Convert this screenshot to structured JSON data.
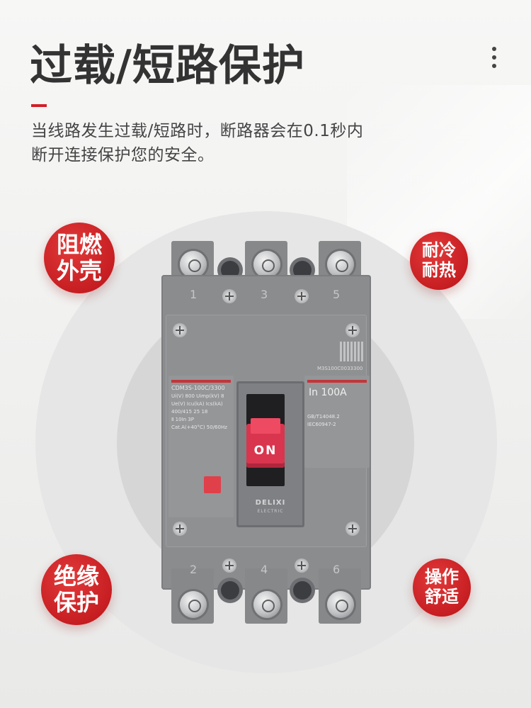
{
  "header": {
    "title": "过载/短路保护",
    "description_line1": "当线路发生过载/短路时，断路器会在0.1秒内",
    "description_line2": "断开连接保护您的安全。"
  },
  "features": {
    "top_left": "阻燃外壳",
    "top_right": "耐冷耐热",
    "bottom_left": "绝缘保护",
    "bottom_right": "操作舒适"
  },
  "colors": {
    "accent_red": "#d21f26",
    "breaker_gray": "#8a8c8e",
    "handle_pink": "#d9354e"
  },
  "product": {
    "brand": "DELIXI",
    "brand_sub": "ELECTRIC",
    "switch_label": "ON",
    "model": "CDM3S-100C/3300",
    "rating": "In  100A",
    "serial": "M3S100C0033300",
    "top_poles": [
      "1",
      "3",
      "5"
    ],
    "bottom_poles": [
      "2",
      "4",
      "6"
    ],
    "spec_lines": [
      "Ui(V) 800     Uimp(kV) 8",
      "Ue(V)   Icu(kA)   Ics(kA)",
      "400/415    25      18",
      "Ⅱ 10In            3P",
      "Cat.A(+40°C)    50/60Hz"
    ],
    "standards": [
      "GB/T14048.2",
      "IEC60947-2"
    ]
  },
  "icons": {
    "menu": "more-vertical-icon"
  }
}
